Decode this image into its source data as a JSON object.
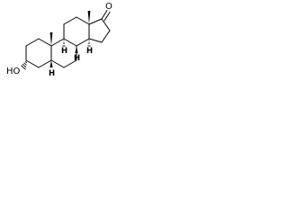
{
  "molecule": {
    "atoms": {
      "oxygen_ketone": "O",
      "hydroxyl": "HO",
      "h8": "H",
      "h9": "H",
      "h14": "H",
      "h5": "H"
    }
  }
}
